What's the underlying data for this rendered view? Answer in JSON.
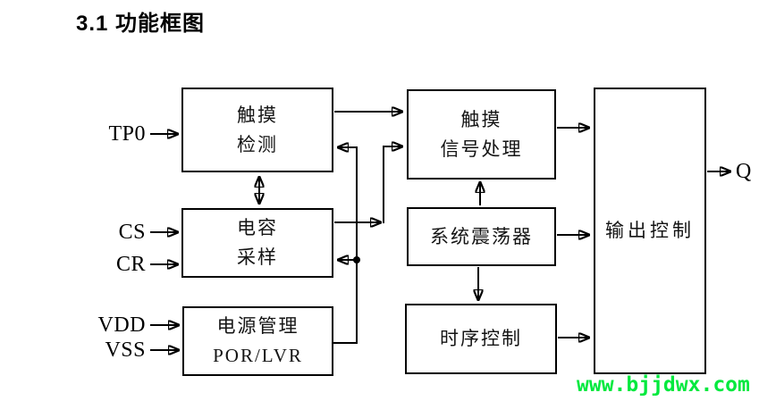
{
  "title": "3.1 功能框图",
  "blocks": {
    "touch_detect": {
      "line1": "触摸",
      "line2": "检测"
    },
    "cap_sample": {
      "line1": "电容",
      "line2": "采样"
    },
    "power_mgmt": {
      "line1": "电源管理",
      "line2": "POR/LVR"
    },
    "signal_proc": {
      "line1": "触摸",
      "line2": "信号处理"
    },
    "oscillator": {
      "line1": "系统震荡器"
    },
    "timing": {
      "line1": "时序控制"
    },
    "output_ctrl": {
      "line1": "输出控制"
    }
  },
  "pins": {
    "tp0": "TP0",
    "cs": "CS",
    "cr": "CR",
    "vdd": "VDD",
    "vss": "VSS",
    "q": "Q"
  },
  "colors": {
    "line": "#000000",
    "background": "#ffffff",
    "watermark_green": "#00e93e"
  },
  "watermark": {
    "text": "www.bjjdwx.com"
  }
}
